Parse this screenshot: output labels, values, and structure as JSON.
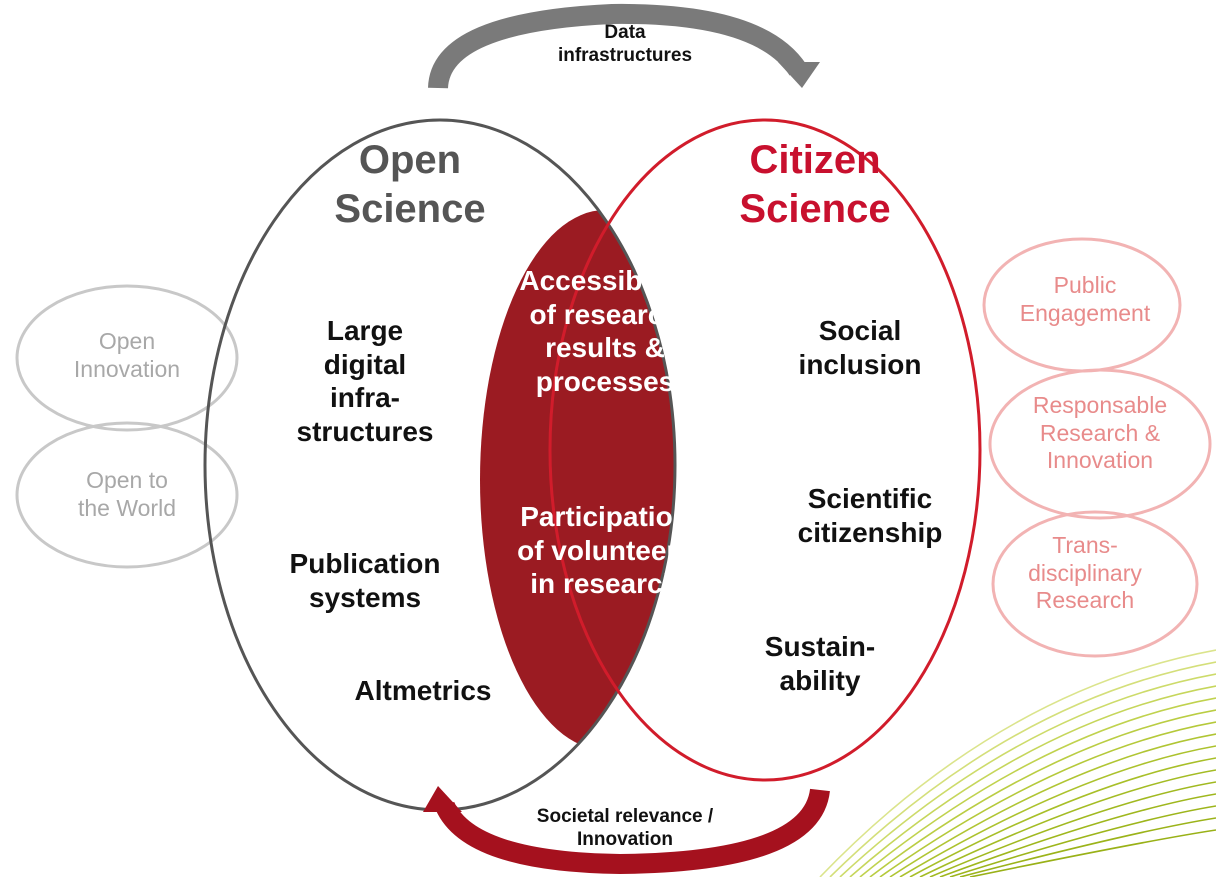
{
  "top_arrow": {
    "label": "Data\ninfrastructures",
    "color": "#7a7a7a"
  },
  "bottom_arrow": {
    "label": "Societal relevance /\nInnovation",
    "color": "#a5111e"
  },
  "open_science": {
    "title": "Open\nScience",
    "items": [
      "Large\ndigital\ninfra-\nstructures",
      "Publication\nsystems",
      "Altmetrics"
    ],
    "color": "#555555"
  },
  "citizen_science": {
    "title": "Citizen\nScience",
    "items": [
      "Social\ninclusion",
      "Scientific\ncitizenship",
      "Sustain-\nability"
    ],
    "color": "#c8102e"
  },
  "overlap": {
    "items": [
      "Accessibility\nof research\nresults &\nprocesses",
      "Participation\nof volunteers\nin research"
    ],
    "color": "#9b1b22"
  },
  "left_satellites": [
    "Open\nInnovation",
    "Open to\nthe World"
  ],
  "right_satellites": [
    "Public\nEngagement",
    "Responsable\nResearch &\nInnovation",
    "Trans-\ndisciplinary\nResearch"
  ]
}
